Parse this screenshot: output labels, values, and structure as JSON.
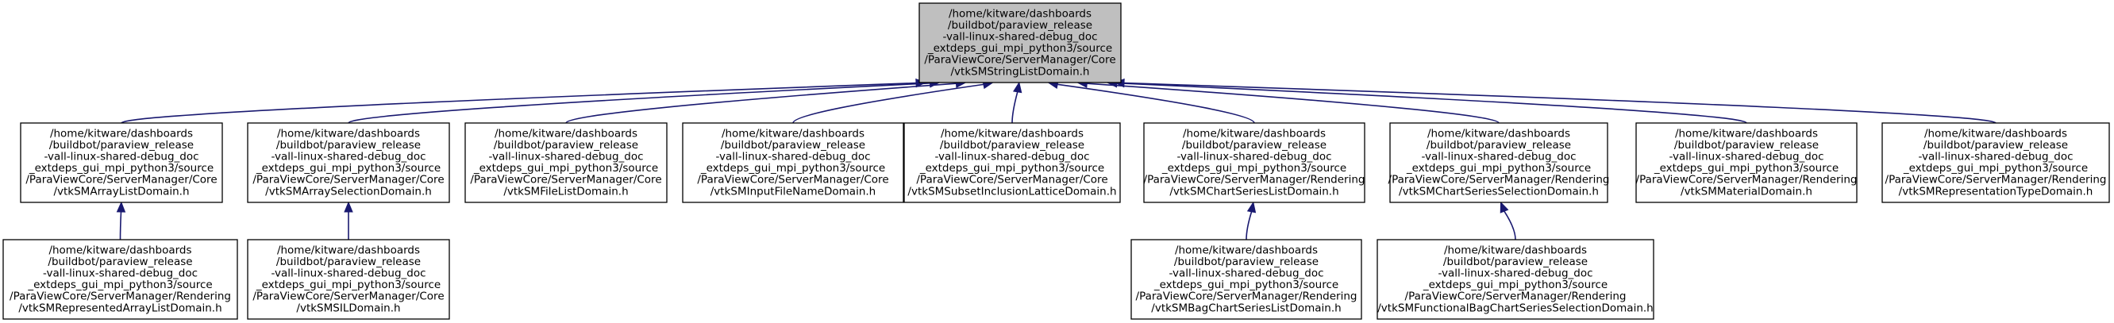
{
  "colors": {
    "edge": "#191970",
    "root_fill": "#bfbfbf",
    "node_fill": "#ffffff",
    "border": "#000000"
  },
  "root": {
    "id": "root",
    "lines": [
      "/home/kitware/dashboards",
      "/buildbot/paraview_release",
      "-vall-linux-shared-debug_doc",
      "_extdeps_gui_mpi_python3/source",
      "/ParaViewCore/ServerManager/Core",
      "/vtkSMStringListDomain.h"
    ]
  },
  "level1": [
    {
      "id": "n1",
      "lines": [
        "/home/kitware/dashboards",
        "/buildbot/paraview_release",
        "-vall-linux-shared-debug_doc",
        "_extdeps_gui_mpi_python3/source",
        "/ParaViewCore/ServerManager/Core",
        "/vtkSMArrayListDomain.h"
      ]
    },
    {
      "id": "n2",
      "lines": [
        "/home/kitware/dashboards",
        "/buildbot/paraview_release",
        "-vall-linux-shared-debug_doc",
        "_extdeps_gui_mpi_python3/source",
        "/ParaViewCore/ServerManager/Core",
        "/vtkSMArraySelectionDomain.h"
      ]
    },
    {
      "id": "n3",
      "lines": [
        "/home/kitware/dashboards",
        "/buildbot/paraview_release",
        "-vall-linux-shared-debug_doc",
        "_extdeps_gui_mpi_python3/source",
        "/ParaViewCore/ServerManager/Core",
        "/vtkSMFileListDomain.h"
      ]
    },
    {
      "id": "n4",
      "lines": [
        "/home/kitware/dashboards",
        "/buildbot/paraview_release",
        "-vall-linux-shared-debug_doc",
        "_extdeps_gui_mpi_python3/source",
        "/ParaViewCore/ServerManager/Core",
        "/vtkSMInputFileNameDomain.h"
      ]
    },
    {
      "id": "n5",
      "lines": [
        "/home/kitware/dashboards",
        "/buildbot/paraview_release",
        "-vall-linux-shared-debug_doc",
        "_extdeps_gui_mpi_python3/source",
        "/ParaViewCore/ServerManager/Core",
        "/vtkSMSubsetInclusionLatticeDomain.h"
      ]
    },
    {
      "id": "n6",
      "lines": [
        "/home/kitware/dashboards",
        "/buildbot/paraview_release",
        "-vall-linux-shared-debug_doc",
        "_extdeps_gui_mpi_python3/source",
        "/ParaViewCore/ServerManager/Rendering",
        "/vtkSMChartSeriesListDomain.h"
      ]
    },
    {
      "id": "n7",
      "lines": [
        "/home/kitware/dashboards",
        "/buildbot/paraview_release",
        "-vall-linux-shared-debug_doc",
        "_extdeps_gui_mpi_python3/source",
        "/ParaViewCore/ServerManager/Rendering",
        "/vtkSMChartSeriesSelectionDomain.h"
      ]
    },
    {
      "id": "n8",
      "lines": [
        "/home/kitware/dashboards",
        "/buildbot/paraview_release",
        "-vall-linux-shared-debug_doc",
        "_extdeps_gui_mpi_python3/source",
        "/ParaViewCore/ServerManager/Rendering",
        "/vtkSMMaterialDomain.h"
      ]
    },
    {
      "id": "n9",
      "lines": [
        "/home/kitware/dashboards",
        "/buildbot/paraview_release",
        "-vall-linux-shared-debug_doc",
        "_extdeps_gui_mpi_python3/source",
        "/ParaViewCore/ServerManager/Rendering",
        "/vtkSMRepresentationTypeDomain.h"
      ]
    }
  ],
  "level2": [
    {
      "id": "m1",
      "parent": "n1",
      "lines": [
        "/home/kitware/dashboards",
        "/buildbot/paraview_release",
        "-vall-linux-shared-debug_doc",
        "_extdeps_gui_mpi_python3/source",
        "/ParaViewCore/ServerManager/Rendering",
        "/vtkSMRepresentedArrayListDomain.h"
      ]
    },
    {
      "id": "m2",
      "parent": "n2",
      "lines": [
        "/home/kitware/dashboards",
        "/buildbot/paraview_release",
        "-vall-linux-shared-debug_doc",
        "_extdeps_gui_mpi_python3/source",
        "/ParaViewCore/ServerManager/Core",
        "/vtkSMSILDomain.h"
      ]
    },
    {
      "id": "m3",
      "parent": "n6",
      "lines": [
        "/home/kitware/dashboards",
        "/buildbot/paraview_release",
        "-vall-linux-shared-debug_doc",
        "_extdeps_gui_mpi_python3/source",
        "/ParaViewCore/ServerManager/Rendering",
        "/vtkSMBagChartSeriesListDomain.h"
      ]
    },
    {
      "id": "m4",
      "parent": "n7",
      "lines": [
        "/home/kitware/dashboards",
        "/buildbot/paraview_release",
        "-vall-linux-shared-debug_doc",
        "_extdeps_gui_mpi_python3/source",
        "/ParaViewCore/ServerManager/Rendering",
        "/vtkSMFunctionalBagChartSeriesSelectionDomain.h"
      ]
    }
  ]
}
